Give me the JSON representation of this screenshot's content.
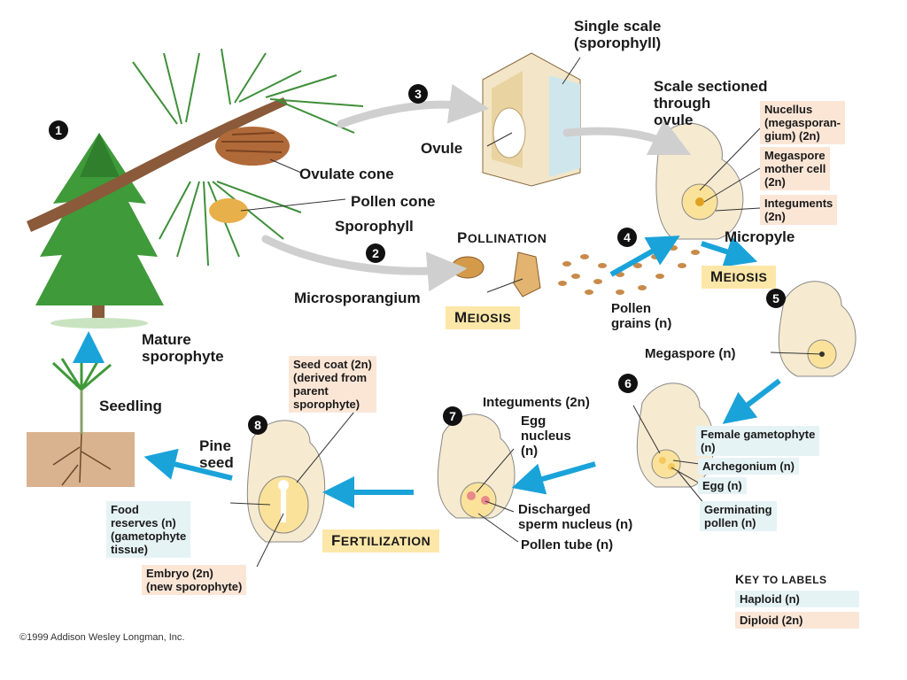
{
  "labels": {
    "single_scale": "Single scale\n(sporophyll)",
    "scale_sectioned": "Scale sectioned\nthrough\novule",
    "ovule": "Ovule",
    "ovulate_cone": "Ovulate cone",
    "pollen_cone": "Pollen cone",
    "sporophyll": "Sporophyll",
    "microsporangium": "Microsporangium",
    "micropyle": "Micropyle",
    "pollen_grains": "Pollen\ngrains (n)",
    "megaspore": "Megaspore (n)",
    "integuments_6": "Integuments (2n)",
    "egg_nucleus": "Egg\nnucleus\n(n)",
    "discharged_sperm": "Discharged\nsperm nucleus (n)",
    "pollen_tube": "Pollen tube (n)",
    "seed_coat": "Seed coat (2n)\n(derived from\nparent\nsporophyte)",
    "pine_seed": "Pine\nseed",
    "food_reserves": "Food\nreserves (n)\n(gametophyte\ntissue)",
    "embryo": "Embryo (2n)\n(new sporophyte)",
    "mature_sporophyte": "Mature\nsporophyte",
    "seedling": "Seedling",
    "nucellus": "Nucellus\n(megasporan-\ngium) (2n)",
    "megaspore_mother": "Megaspore\nmother cell\n(2n)",
    "integuments_top": "Integuments\n(2n)",
    "female_gametophyte": "Female gametophyte\n(n)",
    "archegonium": "Archegonium (n)",
    "egg": "Egg (n)",
    "germinating_pollen": "Germinating\npollen (n)"
  },
  "processes": {
    "pollination": {
      "cap": "P",
      "rest": "OLLINATION"
    },
    "meiosis_1": {
      "cap": "M",
      "rest": "EIOSIS"
    },
    "meiosis_2": {
      "cap": "M",
      "rest": "EIOSIS"
    },
    "fertilization": {
      "cap": "F",
      "rest": "ERTILIZATION"
    }
  },
  "steps": [
    "1",
    "2",
    "3",
    "4",
    "5",
    "6",
    "7",
    "8"
  ],
  "key": {
    "title_cap": "K",
    "title_rest": "EY TO LABELS",
    "haploid": "Haploid (n)",
    "diploid": "Diploid (2n)"
  },
  "colors": {
    "haploid_bg": "#e6f3f5",
    "diploid_bg": "#fbe6d6",
    "process_bg": "#fde7a8",
    "arrow_blue": "#1aa3d9",
    "arrow_gray": "#cfcfcf"
  },
  "copyright": "©1999 Addison Wesley Longman, Inc."
}
